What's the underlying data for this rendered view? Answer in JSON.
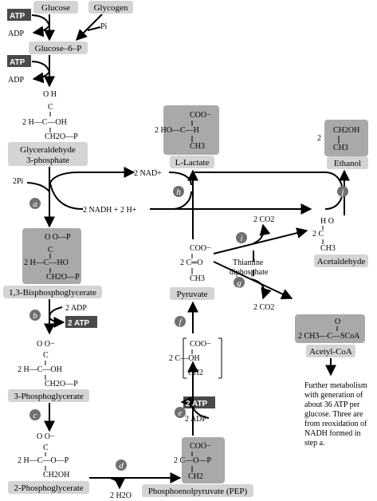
{
  "colors": {
    "label_box": "#d4d4d4",
    "struct_box": "#a9a9a9",
    "atp_box": "#4a4a4a",
    "step_circle": "#707070",
    "line": "#000000"
  },
  "labels": {
    "glucose": "Glucose",
    "glycogen": "Glycogen",
    "g6p": "Glucose–6–P",
    "gap_1": "Glyceraldehyde",
    "gap_2": "3-phosphate",
    "bpg": "1,3-Bisphosphoglycerate",
    "pg3": "3-Phosphoglycerate",
    "pg2": "2-Phosphoglycerate",
    "pep": "Phosphoenolpyruvate (PEP)",
    "pyruvate": "Pyruvate",
    "lactate": "L-Lactate",
    "ethanol": "Ethanol",
    "acetaldehyde": "Acetaldehyde",
    "acetylcoa": "Acetyl-CoA"
  },
  "cofactors": {
    "atp": "ATP",
    "adp": "ADP",
    "pi": "Pi",
    "two_pi": "2Pi",
    "two_adp": "2 ADP",
    "two_atp": "2 ATP",
    "nad": "2 NAD+",
    "nadh": "2 NADH + 2 H+",
    "co2": "2 CO2",
    "water": "2 H2O",
    "thiamine_1": "Thiamine",
    "thiamine_2": "diphosphate"
  },
  "steps": {
    "a": "a",
    "b": "b",
    "c": "c",
    "d": "d",
    "e": "e",
    "f": "f",
    "g": "g",
    "h": "h",
    "i": "i",
    "j": "j"
  },
  "structures": {
    "gap": {
      "o_h": "O    H",
      "c": "C",
      "row": "2  H—C—OH",
      "ch2op": "CH2O—P"
    },
    "bpg": {
      "top": "O    O—P",
      "c": "C",
      "row": "2  H—C—HO",
      "ch2op": "CH2O—P"
    },
    "pg3": {
      "top": "O    O−",
      "c": "C",
      "row": "2  H—C—OH",
      "ch2op": "CH2O—P"
    },
    "pg2": {
      "top": "O    O−",
      "c": "C",
      "row": "2  H—C—O—P",
      "ch2oh": "CH2OH"
    },
    "pep": {
      "coo": "COO−",
      "row": "2      C—O—P",
      "ch2": "CH2"
    },
    "enol": {
      "coo": "COO−",
      "row": "2      C—OH",
      "ch2": "CH2"
    },
    "pyr": {
      "coo": "COO−",
      "row": "2  C═O",
      "ch3": "CH3"
    },
    "lac": {
      "coo": "COO−",
      "row": "2  HO—C—H",
      "ch3": "CH3"
    },
    "eth": {
      "top": "CH2OH",
      "ch3": "CH3",
      "coef": "2"
    },
    "acet": {
      "top": "H    O",
      "row": "2      C",
      "ch3": "CH3"
    },
    "acoa": {
      "o": "O",
      "row": "2   CH3—C—SCoA"
    }
  },
  "note": [
    "Further metabolism",
    "with generation of",
    "about 36 ATP per",
    "glucose.  Three are",
    "from reoxidation of",
    "NADH formed in",
    "step a."
  ]
}
